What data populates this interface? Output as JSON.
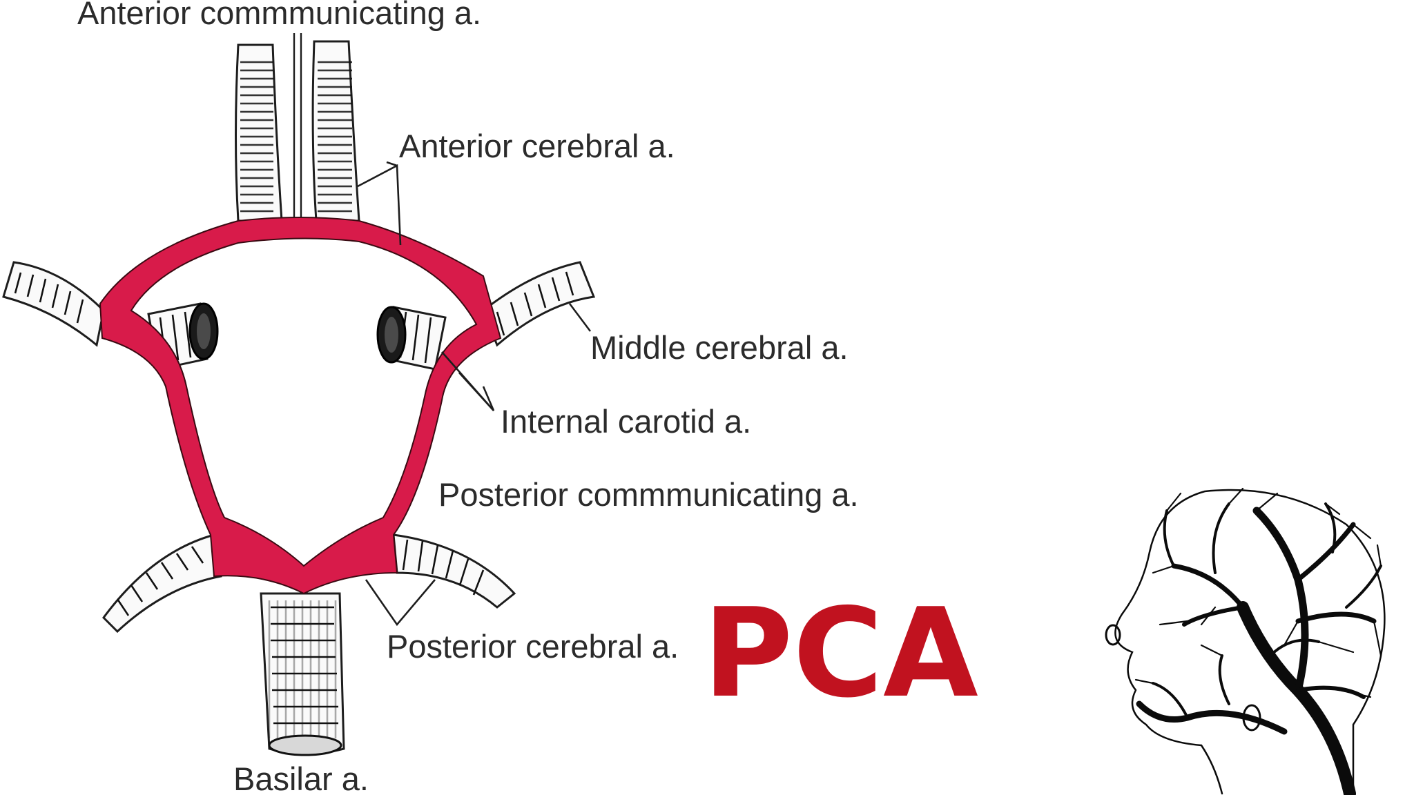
{
  "labels": {
    "anterior_communicating": "Anterior commmunicating a.",
    "anterior_cerebral": "Anterior cerebral a.",
    "middle_cerebral": "Middle cerebral a.",
    "internal_carotid": "Internal carotid a.",
    "posterior_communicating": "Posterior commmunicating a.",
    "posterior_cerebral": "Posterior cerebral a.",
    "basilar": "Basilar a."
  },
  "highlight": {
    "text": "PCA",
    "color": "#c1121f"
  },
  "colors": {
    "circle_of_willis": "#d81b4a",
    "label_text": "#2b2b2b",
    "line_art": "#111111",
    "background": "#ffffff"
  },
  "icons": {
    "corner_illustration": "brain-vessel-tree-head-icon"
  }
}
